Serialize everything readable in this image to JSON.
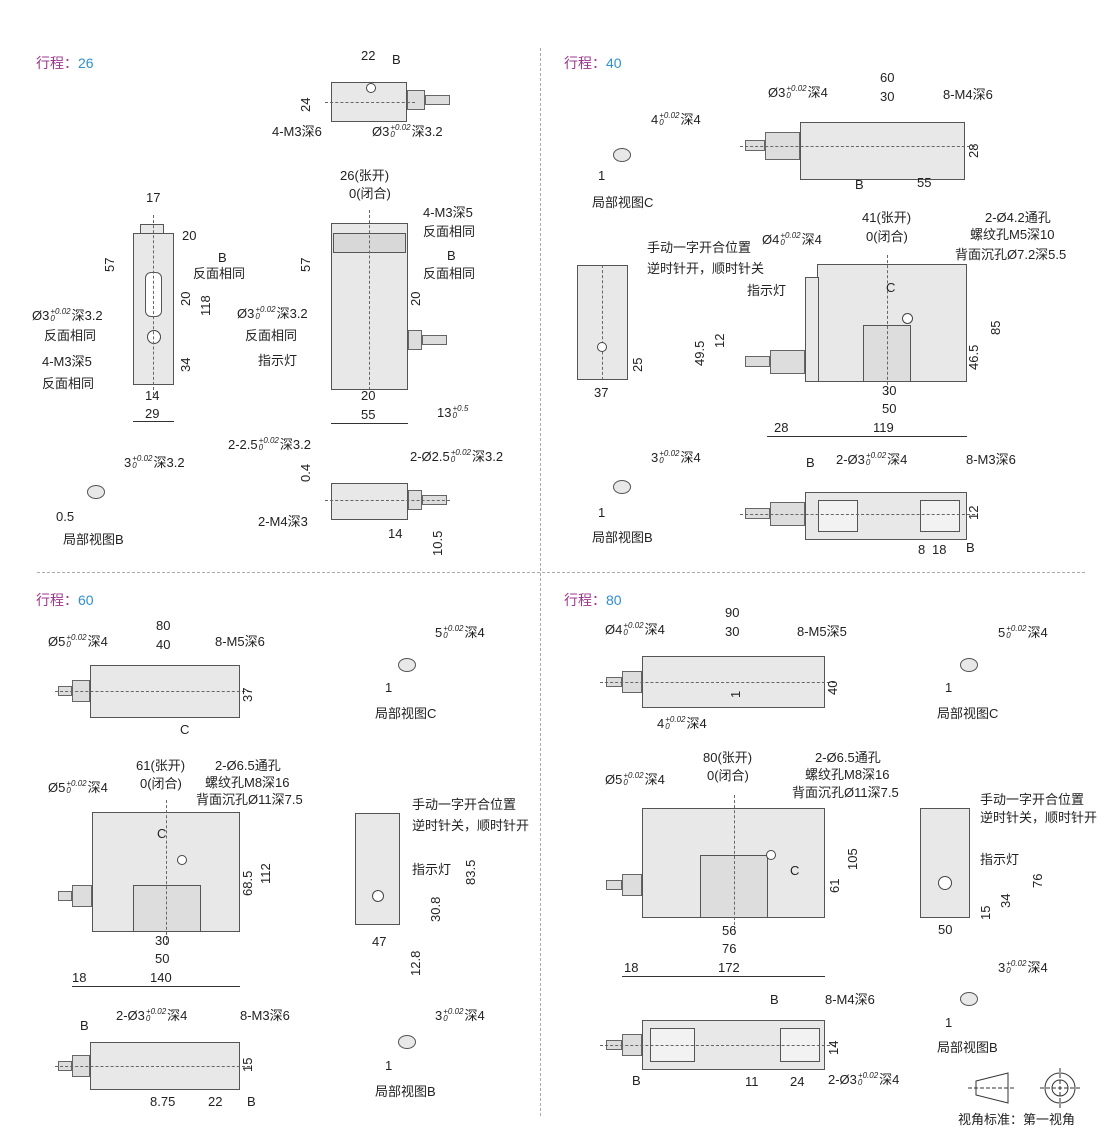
{
  "q26": {
    "k": "行程：",
    "n": "26",
    "top": {
      "d22": "22",
      "b": "B",
      "d24": "24",
      "m3": "4-M3深6",
      "hole": {
        "pre": "Ø3",
        "up": "+0.02",
        "lo": "0",
        "post": "深3.2"
      }
    },
    "side": {
      "d17": "17",
      "d20": "20",
      "d57": "57",
      "b": "B",
      "same1": "反面相同",
      "d20b": "20",
      "d118": "118",
      "hole": {
        "pre": "Ø3",
        "up": "+0.02",
        "lo": "0",
        "post": "深3.2"
      },
      "same2": "反面相同",
      "m3": "4-M3深5",
      "same3": "反面相同",
      "d34": "34",
      "d14": "14",
      "d29": "29"
    },
    "front": {
      "open": "26(张开)",
      "closed": "0(闭合)",
      "m3": "4-M3深5",
      "same1": "反面相同",
      "b": "B",
      "same2": "反面相同",
      "d57": "57",
      "d20": "20",
      "hole": {
        "pre": "Ø3",
        "up": "+0.02",
        "lo": "0",
        "post": "深3.2"
      },
      "same3": "反面相同",
      "light": "指示灯",
      "d20b": "20",
      "d55": "55",
      "d13": {
        "pre": "13",
        "up": "+0.5",
        "lo": "0",
        "post": ""
      }
    },
    "bottom": {
      "h1": {
        "pre": "2-2.5",
        "up": "+0.02",
        "lo": "0",
        "post": "深3.2"
      },
      "h2": {
        "pre": "2-Ø2.5",
        "up": "+0.02",
        "lo": "0",
        "post": "深3.2"
      },
      "d04": "0.4",
      "m4": "2-M4深3",
      "d14": "14",
      "d105": "10.5"
    },
    "pvB": {
      "hole": {
        "pre": "3",
        "up": "+0.02",
        "lo": "0",
        "post": "深3.2"
      },
      "d": "0.5",
      "title": "局部视图B"
    }
  },
  "q40": {
    "k": "行程：",
    "n": "40",
    "top": {
      "d60": "60",
      "hole": {
        "pre": "Ø3",
        "up": "+0.02",
        "lo": "0",
        "post": "深4"
      },
      "d30": "30",
      "m4": "8-M4深6",
      "d28": "28",
      "b": "B",
      "d55": "55"
    },
    "pvC": {
      "hole": {
        "pre": "4",
        "up": "+0.02",
        "lo": "0",
        "post": "深4"
      },
      "d": "1",
      "title": "局部视图C"
    },
    "side": {
      "note1": "手动一字开合位置",
      "note2": "逆时针开，顺时针关",
      "d25": "25",
      "d37": "37"
    },
    "front": {
      "open": "41(张开)",
      "closed": "0(闭合)",
      "hole": {
        "pre": "Ø4",
        "up": "+0.02",
        "lo": "0",
        "post": "深4"
      },
      "th1": "2-Ø4.2通孔",
      "th2": "螺纹孔M5深10",
      "th3": "背面沉孔Ø7.2深5.5",
      "light": "指示灯",
      "c": "C",
      "d85": "85",
      "d495": "49.5",
      "d12": "12",
      "d465": "46.5",
      "d30": "30",
      "d50": "50",
      "d28": "28",
      "d119": "119"
    },
    "pvB": {
      "hole": {
        "pre": "3",
        "up": "+0.02",
        "lo": "0",
        "post": "深4"
      },
      "d": "1",
      "title": "局部视图B"
    },
    "bottom": {
      "b1": "B",
      "hole": {
        "pre": "2-Ø3",
        "up": "+0.02",
        "lo": "0",
        "post": "深4"
      },
      "m3": "8-M3深6",
      "d12": "12",
      "d8": "8",
      "d18": "18",
      "b2": "B"
    }
  },
  "q60": {
    "k": "行程：",
    "n": "60",
    "top": {
      "d80": "80",
      "hole": {
        "pre": "Ø5",
        "up": "+0.02",
        "lo": "0",
        "post": "深4"
      },
      "d40": "40",
      "m5": "8-M5深6",
      "d37": "37",
      "c": "C"
    },
    "pvC": {
      "hole": {
        "pre": "5",
        "up": "+0.02",
        "lo": "0",
        "post": "深4"
      },
      "d": "1",
      "title": "局部视图C"
    },
    "front": {
      "open": "61(张开)",
      "closed": "0(闭合)",
      "hole": {
        "pre": "Ø5",
        "up": "+0.02",
        "lo": "0",
        "post": "深4"
      },
      "th1": "2-Ø6.5通孔",
      "th2": "螺纹孔M8深16",
      "th3": "背面沉孔Ø11深7.5",
      "c": "C",
      "d112": "112",
      "d685": "68.5",
      "d30": "30",
      "d50": "50",
      "d18": "18",
      "d140": "140"
    },
    "side": {
      "note1": "手动一字开合位置",
      "note2": "逆时针关，顺时针开",
      "light": "指示灯",
      "d835": "83.5",
      "d308": "30.8",
      "d47": "47",
      "d128": "12.8"
    },
    "pvB": {
      "hole": {
        "pre": "3",
        "up": "+0.02",
        "lo": "0",
        "post": "深4"
      },
      "d": "1",
      "title": "局部视图B"
    },
    "bottom": {
      "b1": "B",
      "hole": {
        "pre": "2-Ø3",
        "up": "+0.02",
        "lo": "0",
        "post": "深4"
      },
      "m3": "8-M3深6",
      "d15": "15",
      "d875": "8.75",
      "d22": "22",
      "b2": "B"
    }
  },
  "q80": {
    "k": "行程：",
    "n": "80",
    "top": {
      "d90": "90",
      "hole": {
        "pre": "Ø4",
        "up": "+0.02",
        "lo": "0",
        "post": "深4"
      },
      "d30": "30",
      "m5": "8-M5深5",
      "d40": "40",
      "d1": "1",
      "hole2": {
        "pre": "4",
        "up": "+0.02",
        "lo": "0",
        "post": "深4"
      }
    },
    "pvC": {
      "hole": {
        "pre": "5",
        "up": "+0.02",
        "lo": "0",
        "post": "深4"
      },
      "d": "1",
      "title": "局部视图C"
    },
    "front": {
      "open": "80(张开)",
      "closed": "0(闭合)",
      "hole": {
        "pre": "Ø5",
        "up": "+0.02",
        "lo": "0",
        "post": "深4"
      },
      "th1": "2-Ø6.5通孔",
      "th2": "螺纹孔M8深16",
      "th3": "背面沉孔Ø11深7.5",
      "c": "C",
      "d105": "105",
      "d61": "61",
      "d56": "56",
      "d76": "76",
      "d18": "18",
      "d172": "172"
    },
    "side": {
      "note1": "手动一字开合位置",
      "note2": "逆时针关，顺时针开",
      "light": "指示灯",
      "d76": "76",
      "d34": "34",
      "d15": "15",
      "d50": "50"
    },
    "pvB": {
      "hole": {
        "pre": "3",
        "up": "+0.02",
        "lo": "0",
        "post": "深4"
      },
      "d": "1",
      "title": "局部视图B"
    },
    "bottom": {
      "b1": "B",
      "m4": "8-M4深6",
      "d14": "14",
      "b2": "B",
      "d11": "11",
      "d24": "24",
      "hole": {
        "pre": "2-Ø3",
        "up": "+0.02",
        "lo": "0",
        "post": "深4"
      }
    }
  },
  "footer": {
    "projection": "视角标准：第一视角"
  }
}
